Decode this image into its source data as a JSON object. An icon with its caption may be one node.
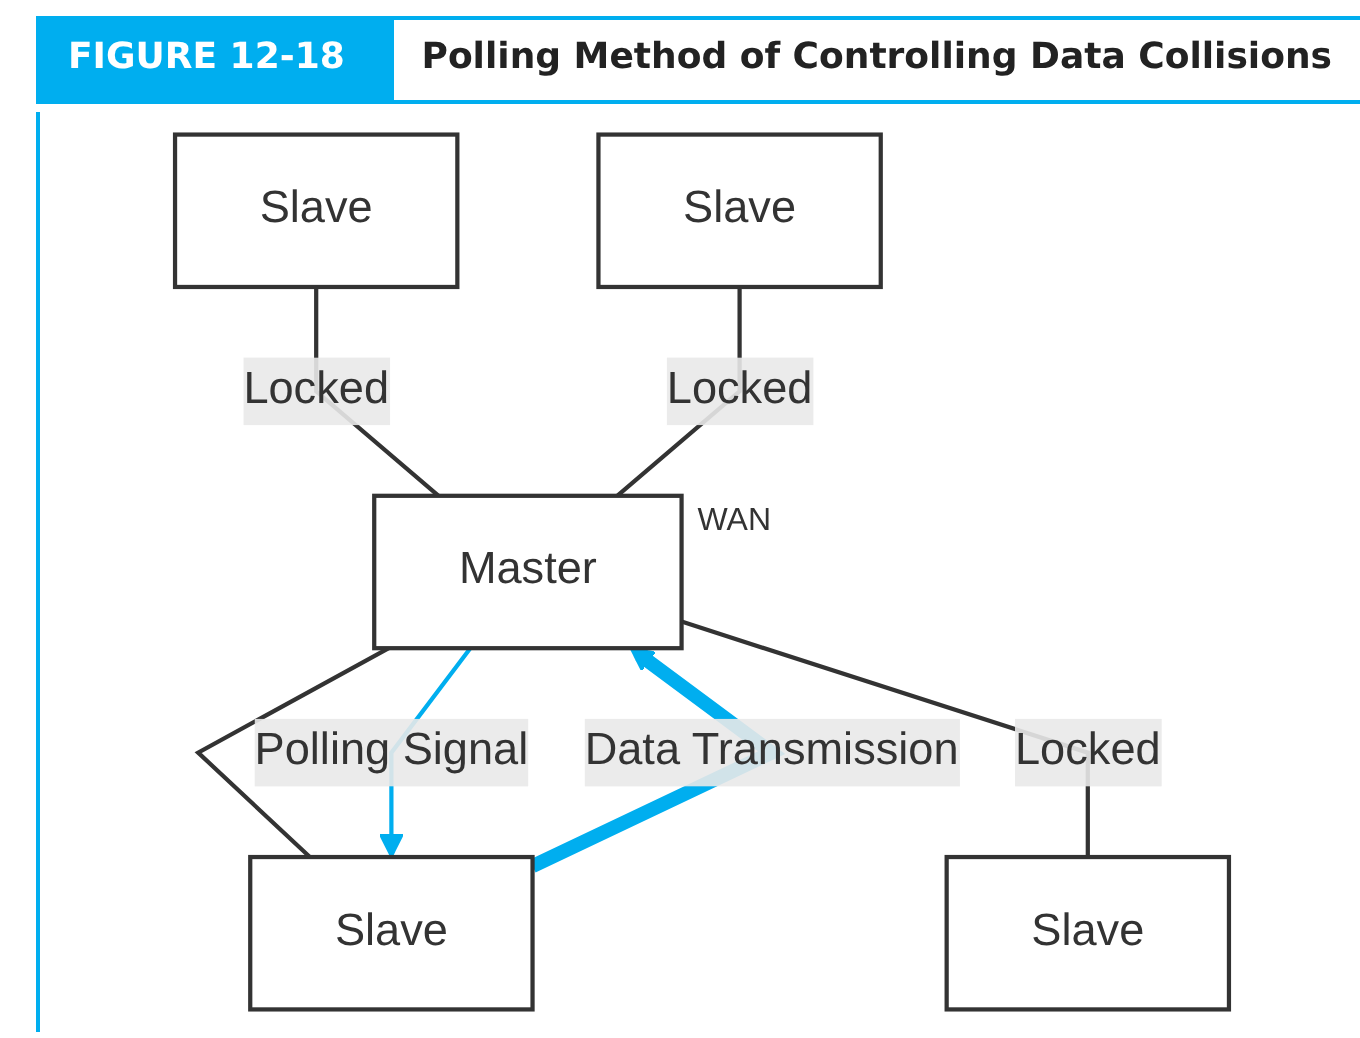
{
  "diagram": {
    "title": "Polling Method of Controlling Data Collisions",
    "nodes": [
      {
        "text": [
          "Slave"
        ]
      },
      {
        "text": [
          "Slave"
        ]
      },
      {
        "text": [
          "Master"
        ],
        "beside": [
          "WAN"
        ]
      },
      {
        "text": [
          "Slave"
        ]
      },
      {
        "text": [
          "Slave"
        ]
      }
    ],
    "edges": [
      {
        "from": 0,
        "to": 2,
        "arrow": "none",
        "label": "Locked"
      },
      {
        "from": 1,
        "to": 2,
        "arrow": "none",
        "label": "Locked"
      },
      {
        "from": 2,
        "to": 3,
        "arrow": "none"
      },
      {
        "from": 2,
        "to": 4,
        "arrow": "none",
        "label": "Locked"
      },
      {
        "from": 2,
        "to": 3,
        "arrow": "to",
        "label": "Polling Signal",
        "color": "#00aeef"
      },
      {
        "from": 3,
        "to": 2,
        "arrow": "to",
        "label": "Data Transmission",
        "style": "thick",
        "color": "#00aeef"
      }
    ],
    "labels": [
      "FIGURE 12-18"
    ]
  }
}
